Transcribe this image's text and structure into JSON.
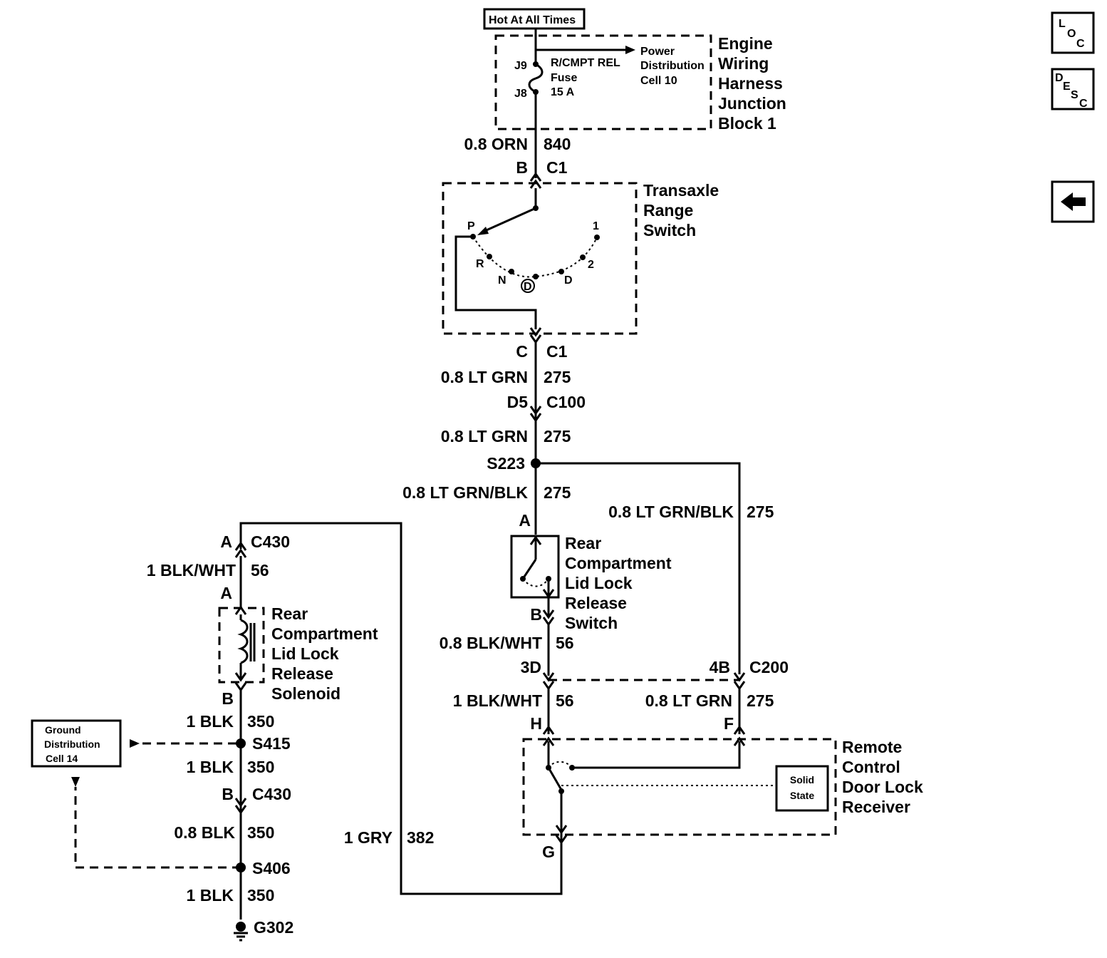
{
  "nav": {
    "loc_l": "L",
    "loc_o": "O",
    "loc_c": "C",
    "desc_d": "D",
    "desc_e": "E",
    "desc_s": "S",
    "desc_c": "C"
  },
  "power": {
    "hot_label": "Hot At All Times",
    "pin_j9": "J9",
    "pin_j8": "J8",
    "fuse_name": "R/CMPT REL",
    "fuse_word": "Fuse",
    "fuse_amp": "15 A",
    "power_dist_1": "Power",
    "power_dist_2": "Distribution",
    "power_dist_3": "Cell 10",
    "block_1": "Engine",
    "block_2": "Wiring",
    "block_3": "Harness",
    "block_4": "Junction",
    "block_5": "Block 1"
  },
  "wires": {
    "w840": "0.8 ORN",
    "c840": "840",
    "w275a": "0.8 LT GRN",
    "c275a": "275",
    "w275b": "0.8 LT GRN",
    "c275b": "275",
    "w275c": "0.8 LT GRN/BLK",
    "c275c": "275",
    "w275d": "0.8 LT GRN/BLK",
    "c275d": "275",
    "w56a": "1 BLK/WHT",
    "c56a": "56",
    "w56b": "0.8 BLK/WHT",
    "c56b": "56",
    "w56c": "1 BLK/WHT",
    "c56c": "56",
    "w275e": "0.8 LT GRN",
    "c275e": "275",
    "w350a": "1 BLK",
    "c350a": "350",
    "w350b": "1 BLK",
    "c350b": "350",
    "w350c": "0.8 BLK",
    "c350c": "350",
    "w350d": "1 BLK",
    "c350d": "350",
    "w382": "1 GRY",
    "c382": "382"
  },
  "connectors": {
    "b": "B",
    "c1a": "C1",
    "c": "C",
    "c1b": "C1",
    "d5": "D5",
    "c100": "C100",
    "s223": "S223",
    "a_sw": "A",
    "b_sw": "B",
    "d3": "3D",
    "b4": "4B",
    "c200": "C200",
    "h": "H",
    "f": "F",
    "g": "G",
    "a430": "A",
    "c430a": "C430",
    "a_sol": "A",
    "b_sol": "B",
    "s415": "S415",
    "b430": "B",
    "c430b": "C430",
    "s406": "S406",
    "g302": "G302"
  },
  "trs": {
    "name_1": "Transaxle",
    "name_2": "Range",
    "name_3": "Switch",
    "p": "P",
    "r": "R",
    "n": "N",
    "d_circ": "D",
    "d": "D",
    "two": "2",
    "one": "1"
  },
  "release_switch": {
    "l1": "Rear",
    "l2": "Compartment",
    "l3": "Lid Lock",
    "l4": "Release",
    "l5": "Switch"
  },
  "solenoid": {
    "l1": "Rear",
    "l2": "Compartment",
    "l3": "Lid Lock",
    "l4": "Release",
    "l5": "Solenoid"
  },
  "receiver": {
    "l1": "Remote",
    "l2": "Control",
    "l3": "Door Lock",
    "l4": "Receiver",
    "solid_1": "Solid",
    "solid_2": "State"
  },
  "ground_dist": {
    "l1": "Ground",
    "l2": "Distribution",
    "l3": "Cell 14"
  }
}
